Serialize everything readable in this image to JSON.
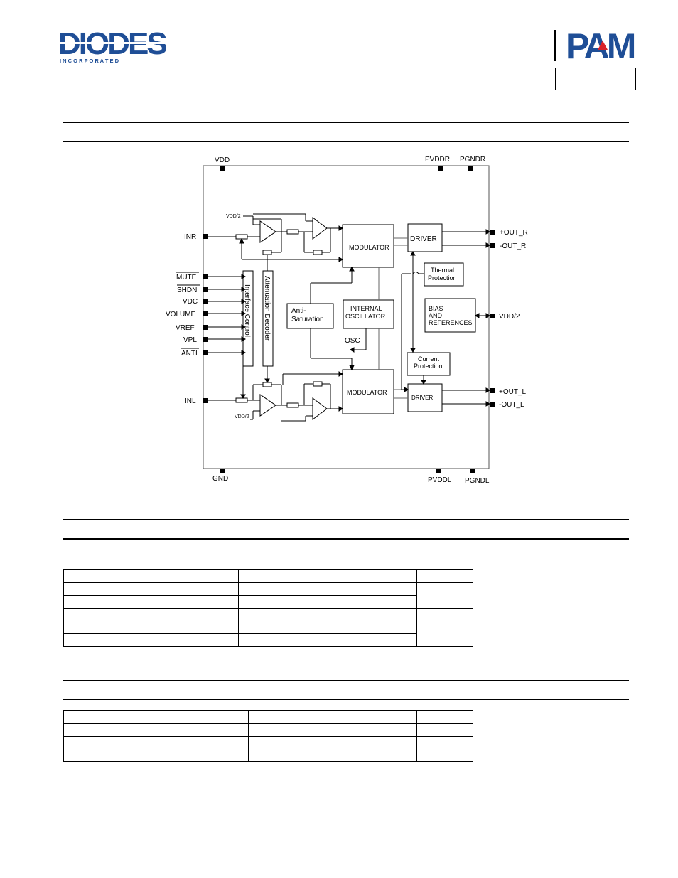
{
  "header": {
    "logo_left_text": "DIODES",
    "logo_left_subtext": "I N C O R P O R A T E D",
    "logo_right_text": "PAM",
    "logo_right_accent": "#d8232a",
    "brand_blue": "#1f4e96"
  },
  "diagram": {
    "pins": {
      "vdd": "VDD",
      "pvddr": "PVDDR",
      "pgndr": "PGNDR",
      "inr": "INR",
      "mute": "MUTE",
      "shdn": "SHDN",
      "vdc": "VDC",
      "volume": "VOLUME",
      "vref": "VREF",
      "vpl": "VPL",
      "anti": "ANTI",
      "inl": "INL",
      "gnd": "GND",
      "pvddl": "PVDDL",
      "pgndl": "PGNDL",
      "out_r_pos": "+OUT_R",
      "out_r_neg": "-OUT_R",
      "vdd2": "VDD/2",
      "out_l_pos": "+OUT_L",
      "out_l_neg": "-OUT_L"
    },
    "blocks": {
      "modulator_top": "MODULATOR",
      "modulator_bottom": "MODULATOR",
      "driver_top": "DRIVER",
      "driver_bottom": "DRIVER",
      "thermal_1": "Thermal",
      "thermal_2": "Protection",
      "bias_1": "BIAS",
      "bias_2": "AND",
      "bias_3": "REFERENCES",
      "current_1": "Current",
      "current_2": "Protection",
      "anti_1": "Anti-",
      "anti_2": "Saturation",
      "osc_1": "INTERNAL",
      "osc_2": "OSCILLATOR",
      "osc_label": "OSC",
      "interface": "Interface Control",
      "attenuation": "Attenuation Decoder",
      "vdd2_top": "VDD/2",
      "vdd2_bottom": "VDD/2"
    }
  }
}
